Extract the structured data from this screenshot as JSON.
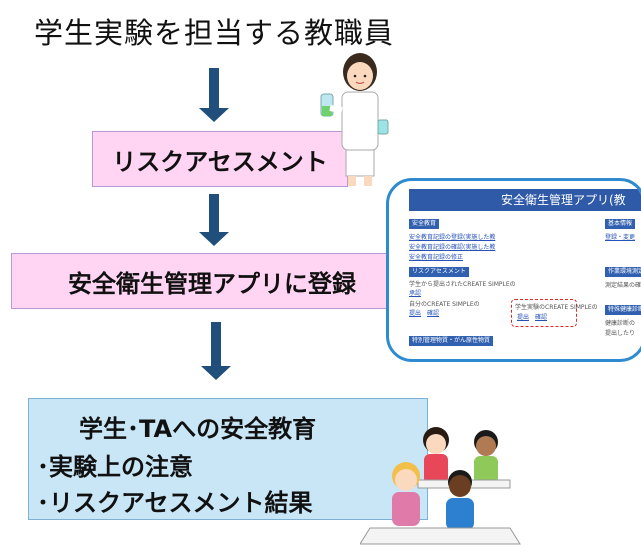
{
  "title": "学生実験を担当する教職員",
  "steps": {
    "risk": "リスクアセスメント",
    "register": "安全衛生管理アプリに登録",
    "education": {
      "line1": "学生･TAへの安全教育",
      "line2": "･実験上の注意",
      "line3": "･リスクアセスメント結果"
    }
  },
  "app": {
    "header": "安全衛生管理アプリ(教",
    "sections": {
      "anzen": "安全教育",
      "risk": "リスクアセスメント",
      "tokubetsu": "特別管理物質・がん原性物質",
      "kihon": "基本情報",
      "sagyo": "作業環境測定",
      "tokutei": "特殊健康診断"
    },
    "links": {
      "l1": "安全教育記録の登録(実施した教",
      "l2": "安全教育記録の確認(実施した教",
      "l3": "安全教育記録の修正",
      "l4": "承認",
      "l5": "提出",
      "l6": "確認",
      "l7": "提出",
      "l8": "確認",
      "k1": "登録・変更"
    },
    "texts": {
      "t1": "学生から提出されたCREATE SIMPLEの",
      "t2": "自分のCREATE SIMPLEの",
      "t3": "学生実験のCREATE SIMPLEの",
      "s1": "測定結果の確",
      "s2": "健康診断の",
      "s3": "提出したり"
    }
  },
  "colors": {
    "arrow": "#1f4f7a",
    "pink": "#ffd5f3",
    "blue": "#c9e6f7",
    "appBorder": "#2e8bd0",
    "appHeader": "#2f5aa8"
  }
}
